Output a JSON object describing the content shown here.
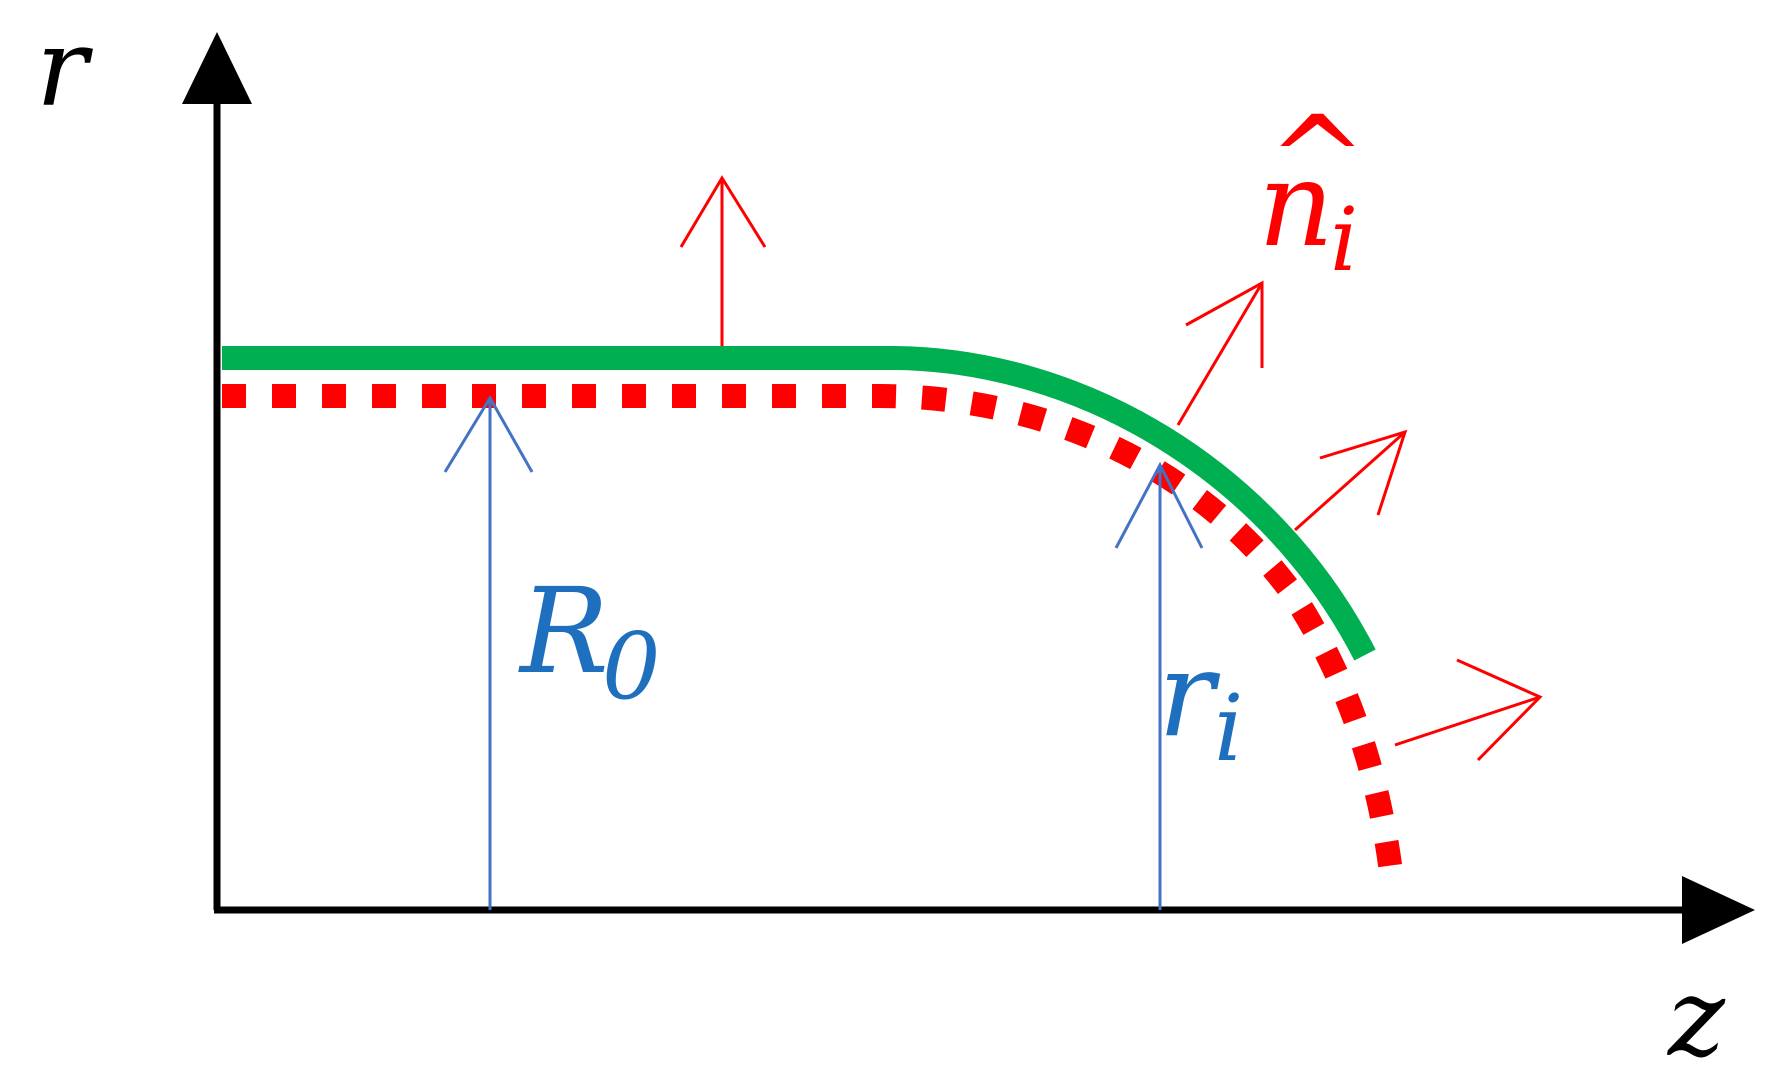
{
  "labels": {
    "r_axis": "r",
    "z_axis": "z",
    "radius_main": "R",
    "radius_main_sub": "0",
    "radius_local": "r",
    "radius_local_sub": "i",
    "normal": "n",
    "normal_hat": "^",
    "normal_sub": "i"
  },
  "colors": {
    "axis": "#000000",
    "green_profile": "#00b050",
    "red_dotted_profile": "#ff0000",
    "normal_arrows": "#ff0000",
    "radius_arrows": "#4472c4",
    "blue_text": "#1f6fbf"
  },
  "icons": {
    "axis_arrowhead": "filled-triangle",
    "normal_arrowhead": "open-chevron",
    "radius_arrowhead": "open-chevron"
  }
}
